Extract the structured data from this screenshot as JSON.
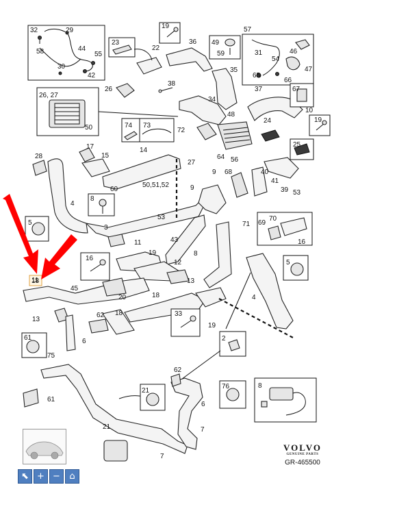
{
  "diagram": {
    "callouts": [
      "32",
      "29",
      "58",
      "44",
      "55",
      "30",
      "42",
      "23",
      "22",
      "19",
      "36",
      "35",
      "49",
      "59",
      "57",
      "31",
      "46",
      "54",
      "47",
      "65",
      "66",
      "26",
      "38",
      "34",
      "37",
      "67",
      "26, 27",
      "50",
      "48",
      "10",
      "73",
      "74",
      "72",
      "24",
      "19",
      "64",
      "25",
      "28",
      "17",
      "15",
      "14",
      "27",
      "9",
      "56",
      "60",
      "50,51,52",
      "40",
      "41",
      "39",
      "53",
      "9",
      "68",
      "8",
      "5",
      "4",
      "3",
      "53",
      "71",
      "69",
      "70",
      "16",
      "11",
      "43",
      "19",
      "16",
      "12",
      "13",
      "45",
      "20",
      "18",
      "11",
      "8",
      "5",
      "4",
      "19",
      "33",
      "13",
      "18",
      "62",
      "61",
      "6",
      "75",
      "2",
      "62",
      "76",
      "8",
      "21",
      "61",
      "6",
      "7",
      "21",
      "7"
    ],
    "highlight_label": "18"
  },
  "brand": {
    "logo": "VOLVO",
    "tagline": "GENUINE PARTS",
    "code": "GR-465500"
  },
  "toolbar": {
    "icons": [
      "cursor-icon",
      "zoom-in-icon",
      "zoom-out-icon",
      "home-icon"
    ],
    "symbols": [
      "⬉",
      "+",
      "−",
      "⌂"
    ]
  },
  "colors": {
    "arrow": "#ff0000",
    "toolbar": "#4f7fc0"
  }
}
